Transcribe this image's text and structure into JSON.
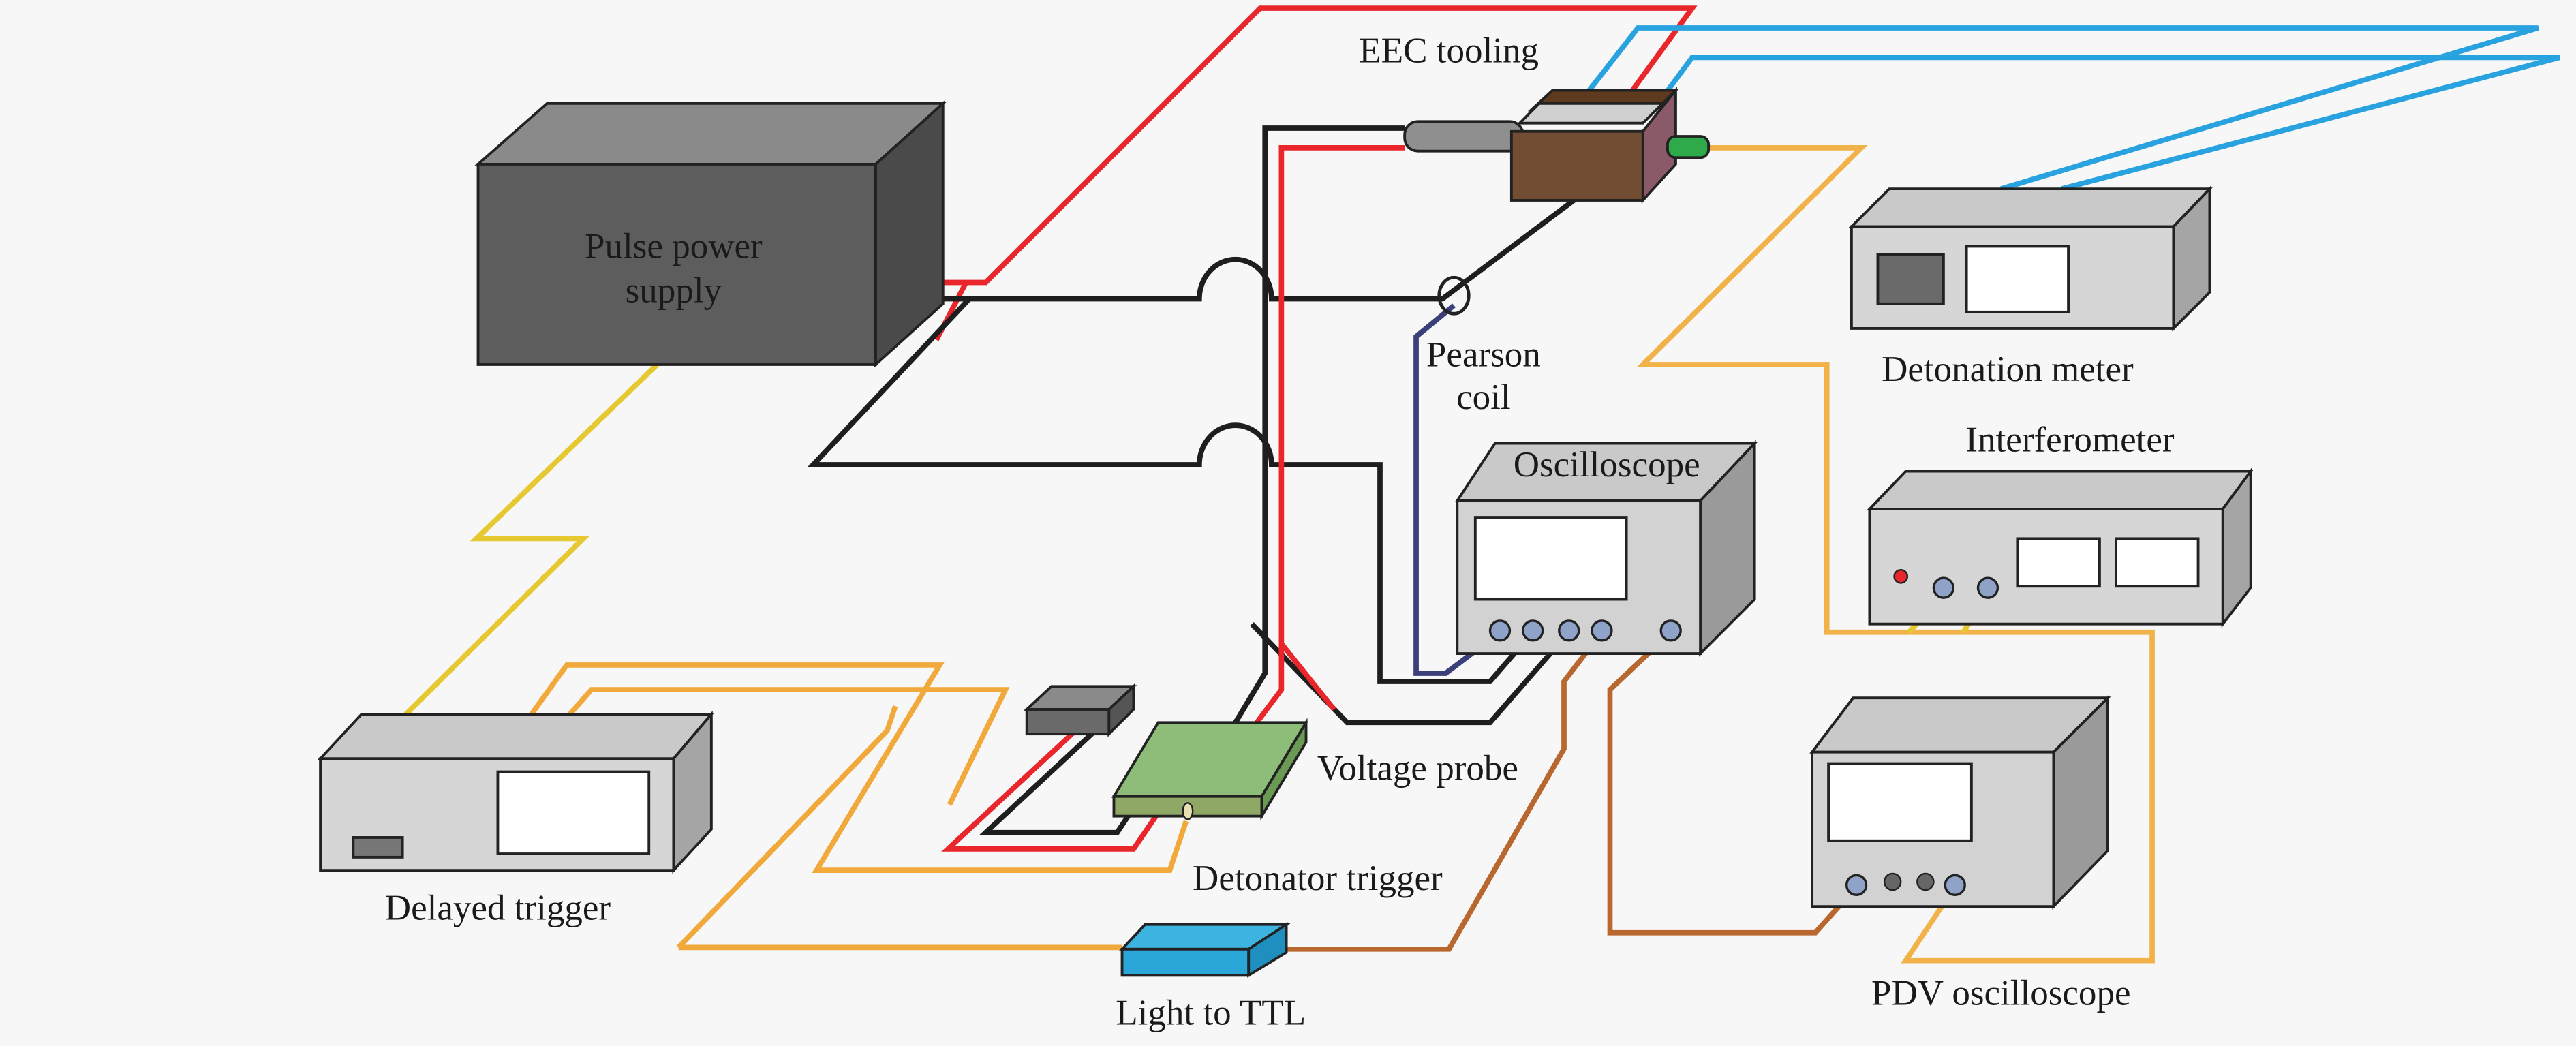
{
  "labels": {
    "pulse_power_supply_line1": "Pulse power",
    "pulse_power_supply_line2": "supply",
    "eec_tooling": "EEC tooling",
    "detonation_meter": "Detonation meter",
    "pearson_coil_line1": "Pearson",
    "pearson_coil_line2": "coil",
    "oscilloscope": "Oscilloscope",
    "interferometer": "Interferometer",
    "voltage_probe": "Voltage probe",
    "detonator_trigger": "Detonator trigger",
    "delayed_trigger": "Delayed trigger",
    "light_to_ttl": "Light to TTL",
    "pdv_oscilloscope": "PDV oscilloscope"
  },
  "colors": {
    "high_voltage_wire": "#e8262b",
    "ground_wire": "#1e1e1e",
    "detonation_signal_wire": "#29a3e0",
    "trigger_wire": "#f2a93b",
    "trigger_wire_yellow": "#e6c830",
    "ttl_wire": "#b8672e",
    "pearson_wire": "#3b3f7a",
    "eec_tooling": "#6e4a30",
    "detonator_trigger": "#8dbd78",
    "light_to_ttl": "#2aa6d8",
    "instrument_body": "#d2d2d2",
    "pulse_power_supply": "#5d5d5d"
  }
}
